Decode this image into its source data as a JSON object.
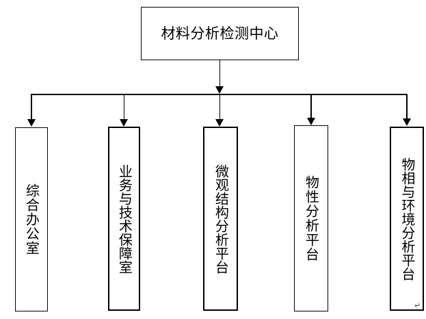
{
  "diagram": {
    "type": "organizational-chart",
    "orientation": "top-down",
    "background_color": "#ffffff",
    "line_color": "#000000",
    "text_color": "#000000",
    "root": {
      "label": "材料分析检测中心",
      "text_direction": "horizontal"
    },
    "children": [
      {
        "label": "综合办公室",
        "text_direction": "vertical",
        "char_count": 5
      },
      {
        "label": "业务与技术保障室",
        "text_direction": "vertical",
        "char_count": 8
      },
      {
        "label": "微观结构分析平台",
        "text_direction": "vertical",
        "char_count": 8
      },
      {
        "label": "物性分析平台",
        "text_direction": "vertical",
        "char_count": 6
      },
      {
        "label": "物相与环境分析平台",
        "text_direction": "vertical",
        "char_count": 9
      }
    ],
    "connectors": {
      "style": "orthogonal-bus-with-arrowheads",
      "arrow_count": 6
    },
    "marks": {
      "paragraph_mark": "↵"
    }
  }
}
